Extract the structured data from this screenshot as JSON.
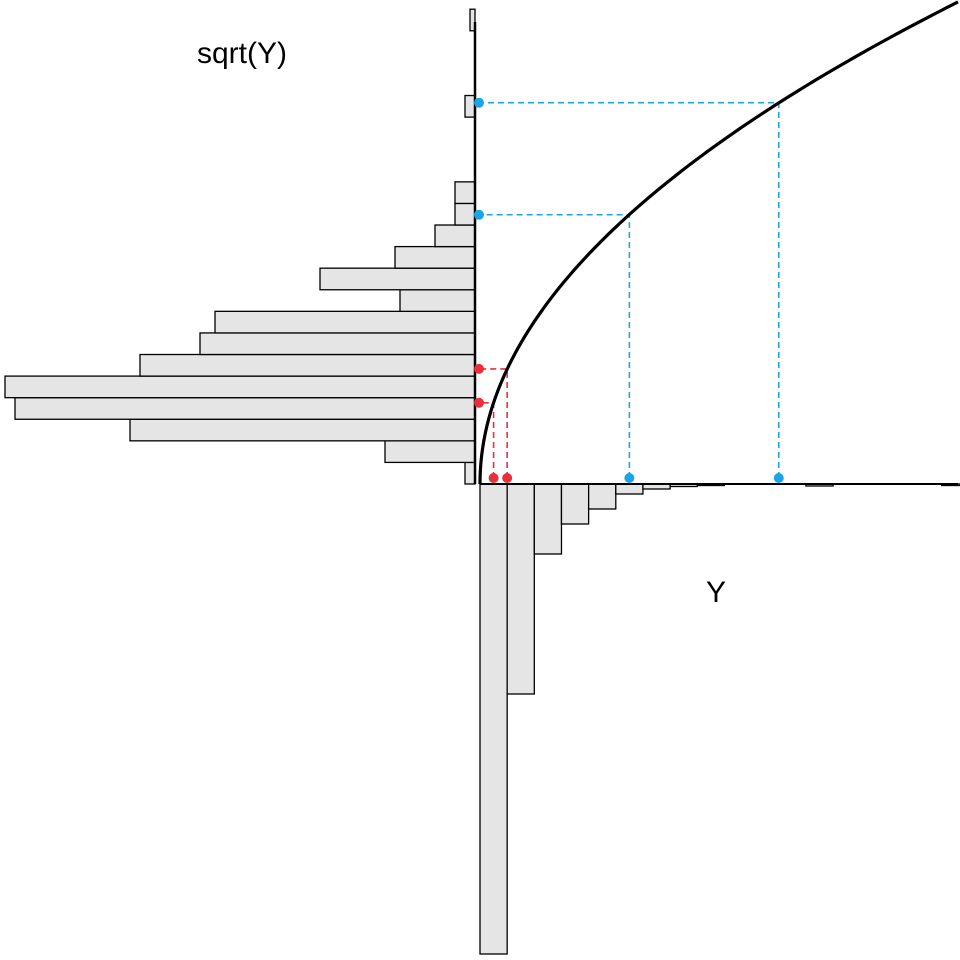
{
  "chart_data": {
    "type": "histogram",
    "labels": {
      "y_axis": "sqrt(Y)",
      "x_axis": "Y"
    },
    "colors": {
      "bar_fill": "#e5e5e5",
      "bar_stroke": "#000000",
      "curve": "#000000",
      "highlight_low": "#e8303c",
      "highlight_high": "#1aa6e6"
    },
    "transform_curve": "sqrt",
    "axis_ranges": {
      "y": [
        0,
        88
      ],
      "sqrt_y": [
        0,
        9.38
      ]
    },
    "y_histogram": {
      "bin_width": 5,
      "bin_starts": [
        0,
        5,
        10,
        15,
        20,
        25,
        30,
        35,
        40,
        45,
        50,
        55,
        60,
        65,
        70,
        75,
        80,
        85
      ],
      "counts": [
        94,
        42,
        14,
        8,
        5,
        2,
        1,
        0.5,
        0.3,
        0,
        0,
        0,
        0.4,
        0,
        0,
        0,
        0,
        0.3
      ]
    },
    "sqrt_y_histogram": {
      "bin_width": 0.42,
      "bin_starts": [
        0,
        0.42,
        0.84,
        1.26,
        1.68,
        2.1,
        2.52,
        2.94,
        3.36,
        3.78,
        4.2,
        4.62,
        5.04,
        5.46,
        5.88,
        6.3,
        6.72,
        7.14,
        7.56,
        7.98,
        8.4,
        8.82
      ],
      "counts": [
        2,
        18,
        69,
        92,
        94,
        67,
        55,
        52,
        15,
        31,
        16,
        8,
        4,
        4,
        0,
        0,
        0,
        2,
        0,
        0,
        0,
        1
      ]
    },
    "highlighted_points": {
      "low": [
        {
          "y": 2.5,
          "sqrt_y": 1.58
        },
        {
          "y": 5,
          "sqrt_y": 2.24
        }
      ],
      "high": [
        {
          "y": 27.5,
          "sqrt_y": 5.24
        },
        {
          "y": 55,
          "sqrt_y": 7.42
        }
      ]
    }
  }
}
